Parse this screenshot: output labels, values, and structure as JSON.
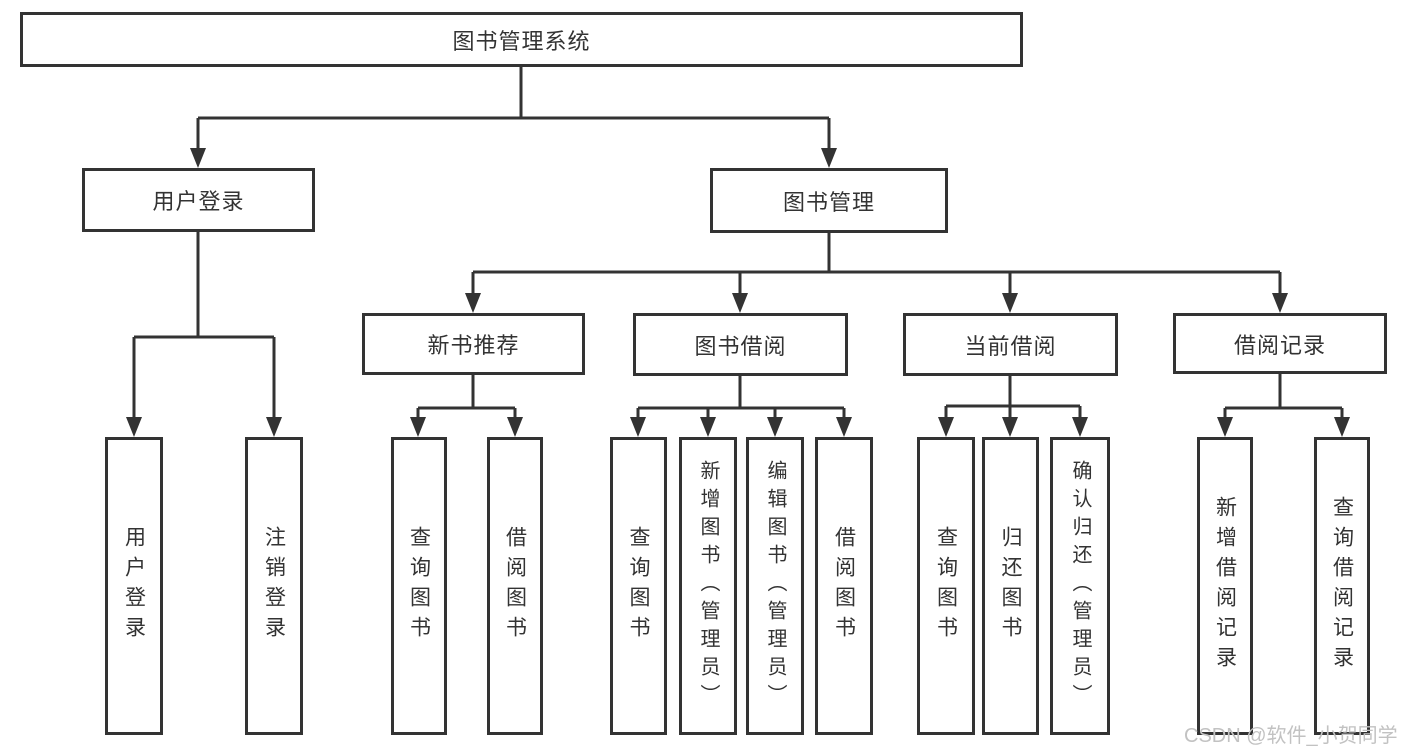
{
  "tree": {
    "root": {
      "label": "图书管理系统",
      "children": [
        {
          "label": "用户登录",
          "children": [
            {
              "label": "用户登录"
            },
            {
              "label": "注销登录"
            }
          ]
        },
        {
          "label": "图书管理",
          "children": [
            {
              "label": "新书推荐",
              "children": [
                {
                  "label": "查询图书"
                },
                {
                  "label": "借阅图书"
                }
              ]
            },
            {
              "label": "图书借阅",
              "children": [
                {
                  "label": "查询图书"
                },
                {
                  "label": "新增图书（管理员）"
                },
                {
                  "label": "编辑图书（管理员）"
                },
                {
                  "label": "借阅图书"
                }
              ]
            },
            {
              "label": "当前借阅",
              "children": [
                {
                  "label": "查询图书"
                },
                {
                  "label": "归还图书"
                },
                {
                  "label": "确认归还（管理员）"
                }
              ]
            },
            {
              "label": "借阅记录",
              "children": [
                {
                  "label": "新增借阅记录"
                },
                {
                  "label": "查询借阅记录"
                }
              ]
            }
          ]
        }
      ]
    }
  },
  "colors": {
    "line": "#333333",
    "box_background": "#ffffff",
    "text": "#333333",
    "watermark": "#c2c2c2"
  },
  "watermark": {
    "text": "CSDN @软件_小贺同学"
  }
}
